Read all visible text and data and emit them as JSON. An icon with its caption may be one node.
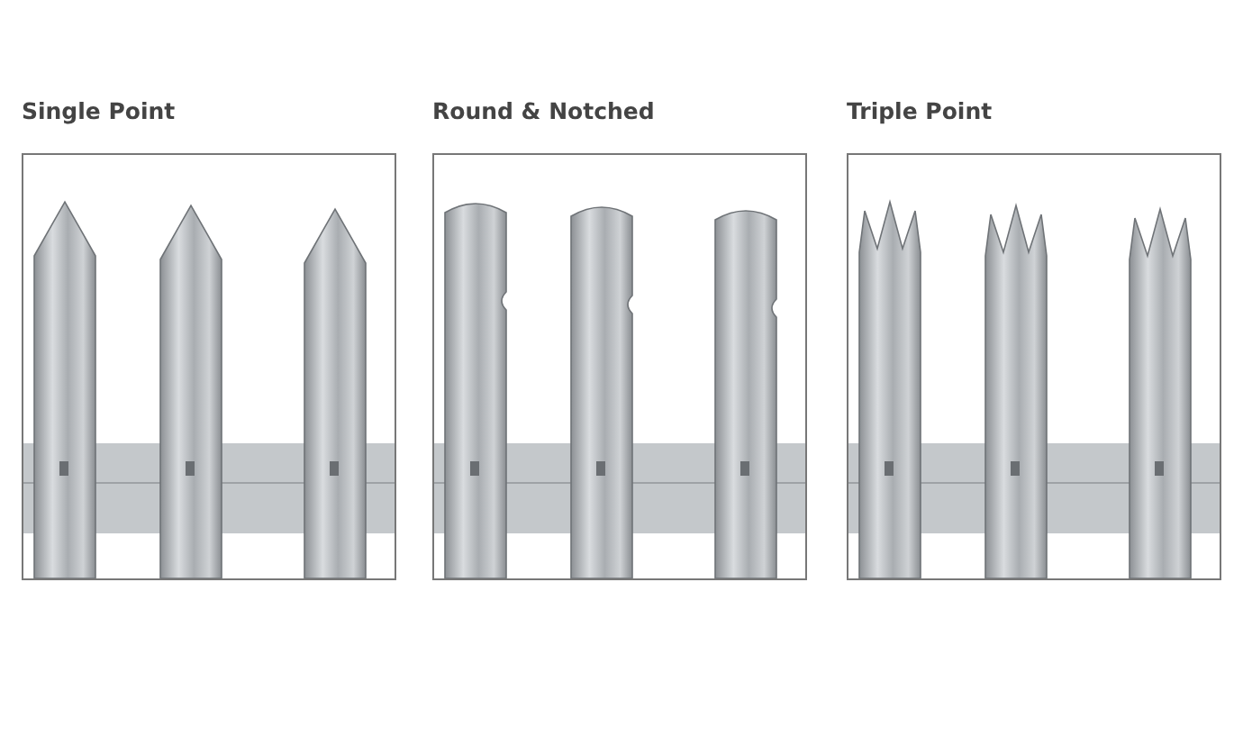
{
  "diagram": {
    "nodes": [
      {
        "text": [
          "Single Point"
        ]
      },
      {
        "text": [
          "Round & Notched"
        ]
      },
      {
        "text": [
          "Triple Point"
        ]
      }
    ]
  }
}
